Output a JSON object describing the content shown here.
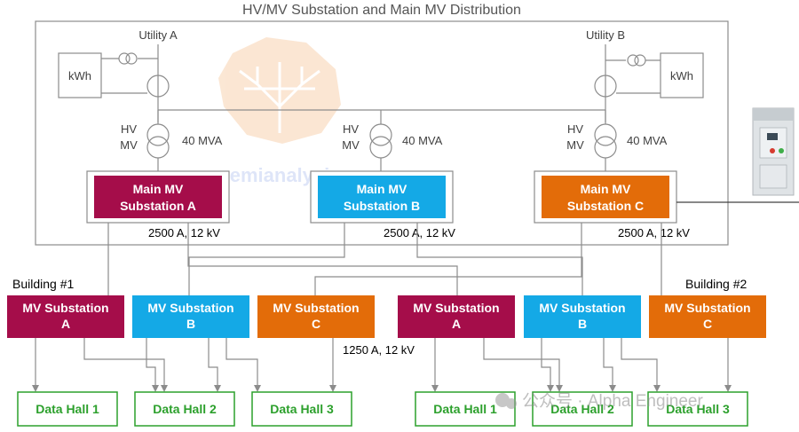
{
  "title": "HV/MV Substation and Main MV Distribution",
  "utilities": [
    {
      "label": "Utility A",
      "meter": "kWh"
    },
    {
      "label": "Utility B",
      "meter": "kWh"
    }
  ],
  "transformers": [
    {
      "hv": "HV",
      "mv": "MV",
      "rating": "40 MVA"
    },
    {
      "hv": "HV",
      "mv": "MV",
      "rating": "40 MVA"
    },
    {
      "hv": "HV",
      "mv": "MV",
      "rating": "40 MVA"
    }
  ],
  "main_substations": [
    {
      "line1": "Main MV",
      "line2": "Substation A",
      "rating": "2500 A, 12 kV",
      "color": "#a50d4a"
    },
    {
      "line1": "Main MV",
      "line2": "Substation B",
      "rating": "2500 A, 12 kV",
      "color": "#14a9e6"
    },
    {
      "line1": "Main MV",
      "line2": "Substation C",
      "rating": "2500 A, 12 kV",
      "color": "#e36c09"
    }
  ],
  "buildings": [
    {
      "label": "Building #1"
    },
    {
      "label": "Building #2"
    }
  ],
  "mv_substations": [
    {
      "line1": "MV Substation",
      "line2": "A"
    },
    {
      "line1": "MV Substation",
      "line2": "B"
    },
    {
      "line1": "MV Substation",
      "line2": "C"
    },
    {
      "line1": "MV Substation",
      "line2": "A"
    },
    {
      "line1": "MV Substation",
      "line2": "B"
    },
    {
      "line1": "MV Substation",
      "line2": "C"
    }
  ],
  "feeder_rating": "1250 A, 12 kV",
  "data_halls": [
    "Data Hall 1",
    "Data Hall 2",
    "Data Hall 3",
    "Data Hall 1",
    "Data Hall 2",
    "Data Hall 3"
  ],
  "watermark_logo": "semianalysis",
  "watermark_wechat": "公众号 · Alpha Engineer",
  "colors": {
    "red": "#a50d4a",
    "blue": "#14a9e6",
    "orange": "#e36c09",
    "green": "#2ca02c",
    "line": "#8c8c8c"
  }
}
